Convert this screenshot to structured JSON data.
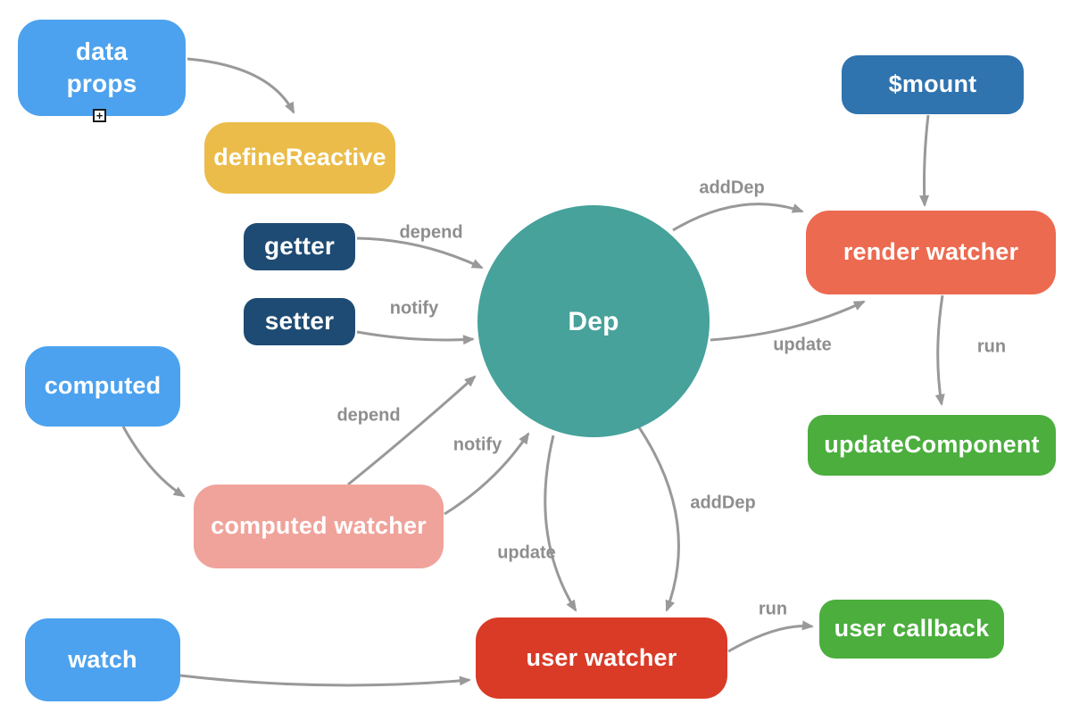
{
  "diagram": {
    "colors": {
      "background": "#ffffff",
      "arrow": "#999999",
      "edge_label": "#8e8e8e",
      "node_text": "#ffffff"
    },
    "nodes": [
      {
        "id": "data-props",
        "label": "data props",
        "label_lines": [
          "data",
          "props"
        ],
        "shape": "rounded-rect",
        "fill": "#4CA2EE"
      },
      {
        "id": "defineReactive",
        "label": "defineReactive",
        "shape": "rounded-rect",
        "fill": "#EBBC49"
      },
      {
        "id": "getter",
        "label": "getter",
        "shape": "rounded-rect",
        "fill": "#1E4B73"
      },
      {
        "id": "setter",
        "label": "setter",
        "shape": "rounded-rect",
        "fill": "#1E4B73"
      },
      {
        "id": "computed",
        "label": "computed",
        "shape": "rounded-rect",
        "fill": "#4CA2EE"
      },
      {
        "id": "computed-watcher",
        "label": "computed watcher",
        "shape": "rounded-rect",
        "fill": "#F0A39B"
      },
      {
        "id": "watch",
        "label": "watch",
        "shape": "rounded-rect",
        "fill": "#4CA2EE"
      },
      {
        "id": "dep",
        "label": "Dep",
        "shape": "circle",
        "fill": "#46A29A"
      },
      {
        "id": "mount",
        "label": "$mount",
        "shape": "rounded-rect",
        "fill": "#2F73AF"
      },
      {
        "id": "render-watcher",
        "label": "render watcher",
        "shape": "rounded-rect",
        "fill": "#EC6A50"
      },
      {
        "id": "updateComponent",
        "label": "updateComponent",
        "shape": "rounded-rect",
        "fill": "#4BAE3D"
      },
      {
        "id": "user-watcher",
        "label": "user watcher",
        "shape": "rounded-rect",
        "fill": "#D93B27"
      },
      {
        "id": "user-callback",
        "label": "user callback",
        "shape": "rounded-rect",
        "fill": "#4BAE3D"
      }
    ],
    "edges": [
      {
        "from": "data-props",
        "to": "defineReactive",
        "label": ""
      },
      {
        "from": "getter",
        "to": "dep",
        "label": "depend"
      },
      {
        "from": "setter",
        "to": "dep",
        "label": "notify"
      },
      {
        "from": "computed",
        "to": "computed-watcher",
        "label": ""
      },
      {
        "from": "computed-watcher",
        "to": "dep",
        "label": "depend"
      },
      {
        "from": "computed-watcher",
        "to": "dep",
        "label": "notify"
      },
      {
        "from": "dep",
        "to": "user-watcher",
        "label": "update"
      },
      {
        "from": "dep",
        "to": "user-watcher",
        "label": "addDep"
      },
      {
        "from": "dep",
        "to": "render-watcher",
        "label": "addDep"
      },
      {
        "from": "dep",
        "to": "render-watcher",
        "label": "update"
      },
      {
        "from": "mount",
        "to": "render-watcher",
        "label": ""
      },
      {
        "from": "render-watcher",
        "to": "updateComponent",
        "label": "run"
      },
      {
        "from": "user-watcher",
        "to": "user-callback",
        "label": "run"
      },
      {
        "from": "watch",
        "to": "user-watcher",
        "label": ""
      }
    ],
    "expander": {
      "symbol": "+"
    }
  }
}
